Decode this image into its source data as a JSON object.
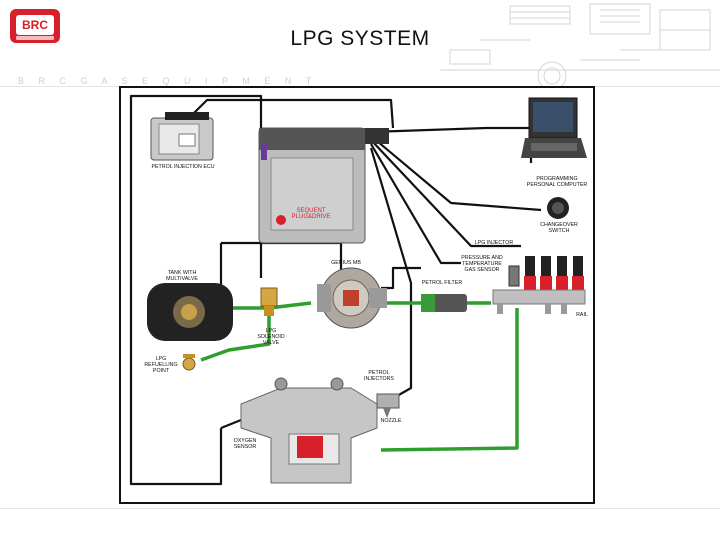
{
  "header": {
    "title": "LPG SYSTEM",
    "subtitle": "B R C   G A S   E Q U I P M E N T",
    "logo_text": "BRC"
  },
  "diagram": {
    "labels": {
      "petrol_ecu": "PETROL INJECTION ECU",
      "laptop": "PROGRAMMING\nPERSONAL COMPUTER",
      "changeover": "CHANGEOVER\nSWITCH",
      "lpg_injector": "LPG INJECTOR",
      "pressure_sensor": "PRESSURE AND\nTEMPERATURE\nGAS SENSOR",
      "genius": "GENIUS MB",
      "filter": "PETROL FILTER",
      "tank": "TANK WITH\nMULTIVALVE",
      "solenoid": "LPG\nSOLENOID\nVALVE",
      "refuelling": "LPG\nREFUELLING\nPOINT",
      "petrol_injectors": "PETROL\nINJECTORS",
      "nozzle": "NOZZLE",
      "oxygen": "OXYGEN\nSENSOR",
      "rail": "RAIL",
      "ecu_brand": "Sequent plug&drive"
    }
  },
  "colors": {
    "brand_red": "#d8202a",
    "gas_line": "#2e9e2e",
    "wire": "#111111",
    "panel": "#9a9a9a"
  }
}
